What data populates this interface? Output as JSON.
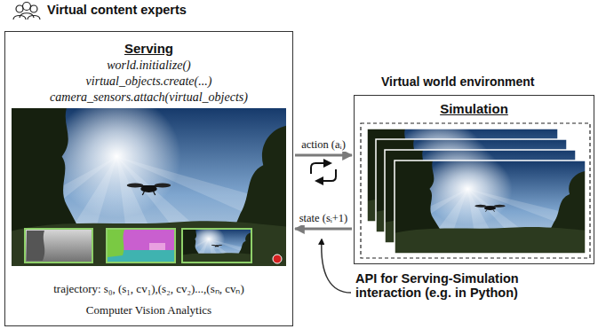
{
  "diagram": {
    "nodes": [
      {
        "text": [
          "Virtual content experts",
          "Serving",
          "world.initialize()",
          "virtual_objects.create(...)",
          "camera_sensors.attach(virtual_objects)",
          "trajectory: s₀, (s₁, cv₁),(s₂, cv₂)...,(sₙ, cvₙ)",
          "Computer Vision Analytics"
        ]
      },
      {
        "text": [
          "Virtual world environment",
          "Simulation"
        ]
      }
    ],
    "edges": [
      {
        "from": 0,
        "to": 1,
        "arrow": "to",
        "label": "action (aᵢ)"
      },
      {
        "from": 1,
        "to": 0,
        "arrow": "to",
        "label": "state (sᵢ+1)"
      }
    ],
    "labels": [
      "API for Serving-Simulation interaction (e.g. in Python)"
    ]
  }
}
